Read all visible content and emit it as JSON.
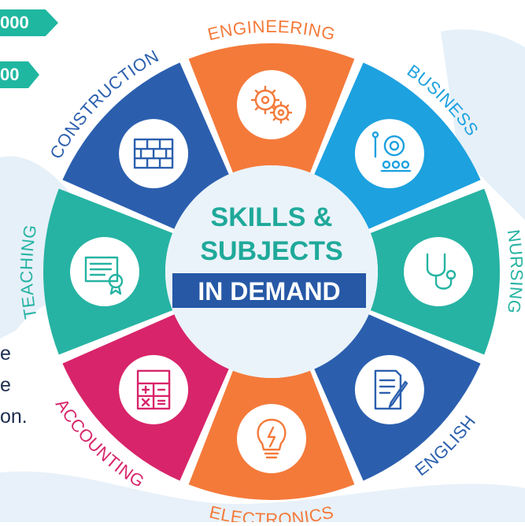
{
  "left_badges": [
    {
      "text": "000",
      "color": "#1fb7a0"
    },
    {
      "text": "00",
      "color": "#1fb7a0"
    }
  ],
  "left_text_fragments": [
    "e",
    "e",
    "on."
  ],
  "center": {
    "line1": "SKILLS &",
    "line2": "SUBJECTS",
    "line3": "IN DEMAND",
    "text_color": "#1fa99a",
    "banner_color": "#2658a6"
  },
  "segments": [
    {
      "label": "ENGINEERING",
      "color": "#f47a3a",
      "icon": "gears-icon"
    },
    {
      "label": "BUSINESS",
      "color": "#1da1df",
      "icon": "presentation-icon"
    },
    {
      "label": "NURSING",
      "color": "#26b3a3",
      "icon": "stethoscope-icon"
    },
    {
      "label": "ENGLISH",
      "color": "#2b5fae",
      "icon": "document-pen-icon"
    },
    {
      "label": "ELECTRONICS",
      "color": "#f47a3a",
      "icon": "lightbulb-icon"
    },
    {
      "label": "ACCOUNTING",
      "color": "#d8246a",
      "icon": "calculator-icon"
    },
    {
      "label": "TEACHING",
      "color": "#26b3a3",
      "icon": "certificate-icon"
    },
    {
      "label": "CONSTRUCTION",
      "color": "#2b5fae",
      "icon": "brick-wall-icon"
    }
  ]
}
